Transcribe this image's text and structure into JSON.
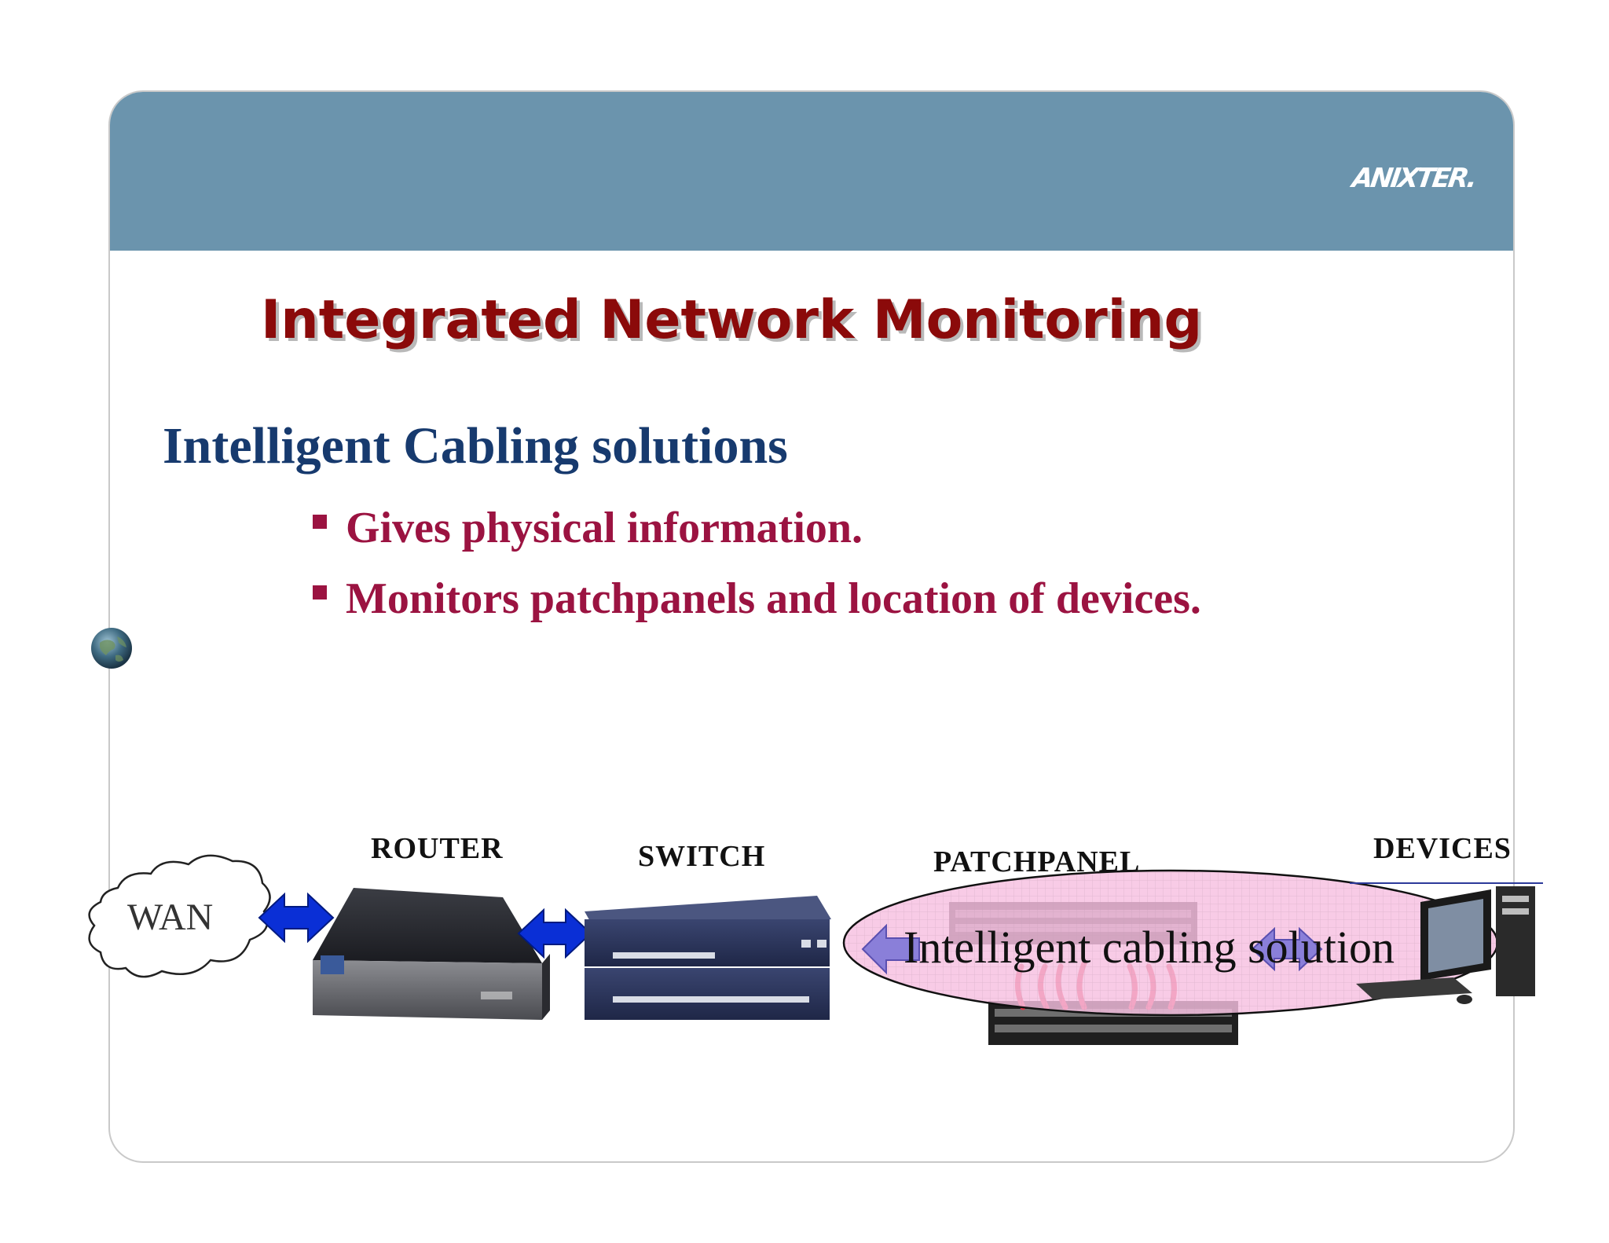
{
  "header": {
    "logo_text": "ANIXTER."
  },
  "slide": {
    "title": "Integrated Network Monitoring",
    "subtitle": "Intelligent Cabling solutions",
    "bullets": [
      "Gives physical information.",
      "Monitors patchpanels and location of devices."
    ]
  },
  "diagram": {
    "labels": {
      "router": "ROUTER",
      "switch": "SWITCH",
      "patchpanel": "PATCHPANEL",
      "devices": "DEVICES"
    },
    "wan_label": "WAN",
    "ellipse_label": "Intelligent cabling solution"
  },
  "colors": {
    "header_band": "#6b94ad",
    "title": "#8b0a0a",
    "subtitle": "#173a6e",
    "bullet": "#9b1341",
    "arrow_blue": "#0a2fd6",
    "arrow_lavender": "#8a7fd9",
    "ellipse_fill": "#f7bfe0",
    "cable_red": "#e0364a"
  },
  "icons": {
    "globe": "globe-icon",
    "cloud": "wan-cloud-icon"
  }
}
